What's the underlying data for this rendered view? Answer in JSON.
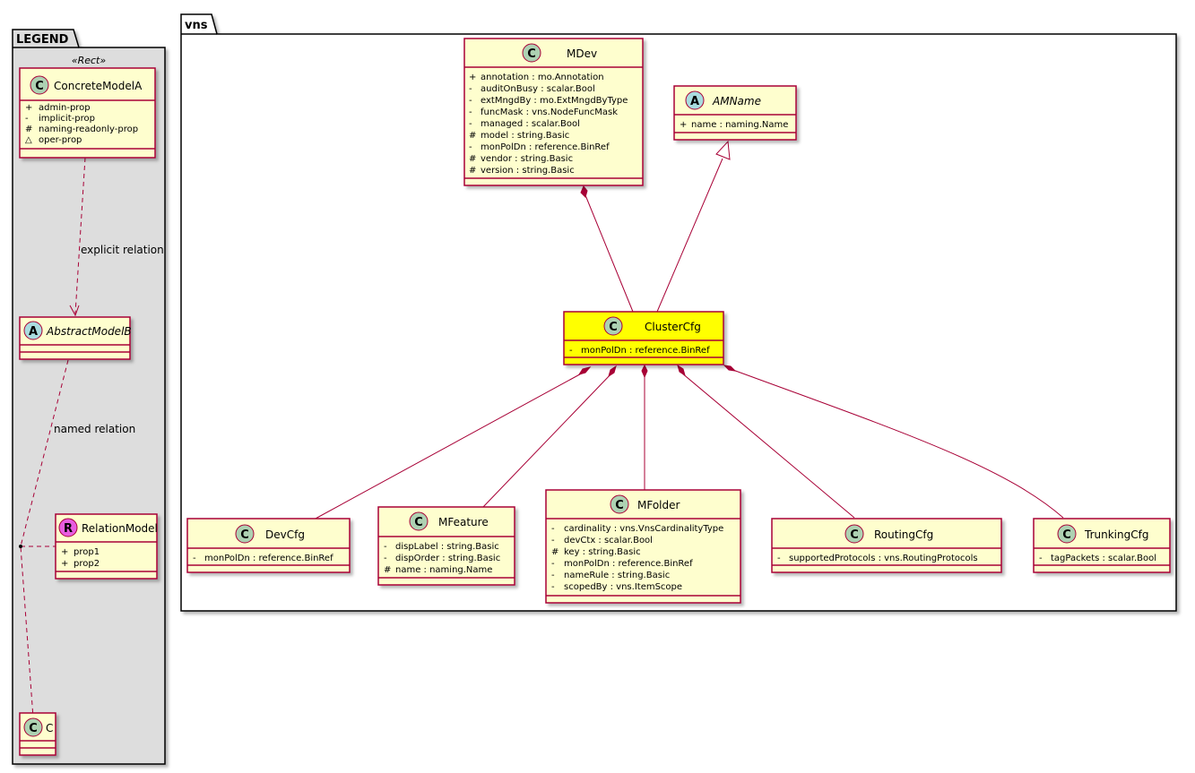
{
  "colors": {
    "class_fill": "#FEFECE",
    "class_border": "#A80036",
    "highlight_fill": "#FFFF00",
    "circle_C": "#ADD1B2",
    "circle_A": "#A9DCDF",
    "circle_R": "#E75DE0",
    "legend_bg": "#DDDDDD"
  },
  "legend": {
    "title": "LEGEND",
    "stereotype": "«Rect»",
    "concrete": {
      "name": "ConcreteModelA",
      "props": [
        {
          "vis": "+",
          "text": "admin-prop"
        },
        {
          "vis": "-",
          "text": "implicit-prop"
        },
        {
          "vis": "#",
          "text": "naming-readonly-prop"
        },
        {
          "vis": "△",
          "text": "oper-prop"
        }
      ]
    },
    "explicit_label": "explicit relation",
    "abstract": {
      "name": "AbstractModelB"
    },
    "named_label": "named relation",
    "relation": {
      "name": "RelationModel",
      "props": [
        {
          "vis": "+",
          "text": "prop1"
        },
        {
          "vis": "+",
          "text": "prop2"
        }
      ]
    },
    "c_class": {
      "name": "C"
    }
  },
  "package": {
    "title": "vns",
    "classes": {
      "mdev": {
        "name": "MDev",
        "attrs": [
          {
            "vis": "+",
            "text": "annotation : mo.Annotation"
          },
          {
            "vis": "-",
            "text": "auditOnBusy : scalar.Bool"
          },
          {
            "vis": "-",
            "text": "extMngdBy : mo.ExtMngdByType"
          },
          {
            "vis": "-",
            "text": "funcMask : vns.NodeFuncMask"
          },
          {
            "vis": "-",
            "text": "managed : scalar.Bool"
          },
          {
            "vis": "#",
            "text": "model : string.Basic"
          },
          {
            "vis": "-",
            "text": "monPolDn : reference.BinRef"
          },
          {
            "vis": "#",
            "text": "vendor : string.Basic"
          },
          {
            "vis": "#",
            "text": "version : string.Basic"
          }
        ]
      },
      "amname": {
        "name": "AMName",
        "attrs": [
          {
            "vis": "+",
            "text": "name : naming.Name"
          }
        ]
      },
      "clustercfg": {
        "name": "ClusterCfg",
        "attrs": [
          {
            "vis": "-",
            "text": "monPolDn : reference.BinRef"
          }
        ]
      },
      "devcfg": {
        "name": "DevCfg",
        "attrs": [
          {
            "vis": "-",
            "text": "monPolDn : reference.BinRef"
          }
        ]
      },
      "mfeature": {
        "name": "MFeature",
        "attrs": [
          {
            "vis": "-",
            "text": "dispLabel : string.Basic"
          },
          {
            "vis": "-",
            "text": "dispOrder : string.Basic"
          },
          {
            "vis": "#",
            "text": "name : naming.Name"
          }
        ]
      },
      "mfolder": {
        "name": "MFolder",
        "attrs": [
          {
            "vis": "-",
            "text": "cardinality : vns.VnsCardinalityType"
          },
          {
            "vis": "-",
            "text": "devCtx : scalar.Bool"
          },
          {
            "vis": "#",
            "text": "key : string.Basic"
          },
          {
            "vis": "-",
            "text": "monPolDn : reference.BinRef"
          },
          {
            "vis": "-",
            "text": "nameRule : string.Basic"
          },
          {
            "vis": "-",
            "text": "scopedBy : vns.ItemScope"
          }
        ]
      },
      "routingcfg": {
        "name": "RoutingCfg",
        "attrs": [
          {
            "vis": "-",
            "text": "supportedProtocols : vns.RoutingProtocols"
          }
        ]
      },
      "trunkingcfg": {
        "name": "TrunkingCfg",
        "attrs": [
          {
            "vis": "-",
            "text": "tagPackets : scalar.Bool"
          }
        ]
      }
    }
  }
}
